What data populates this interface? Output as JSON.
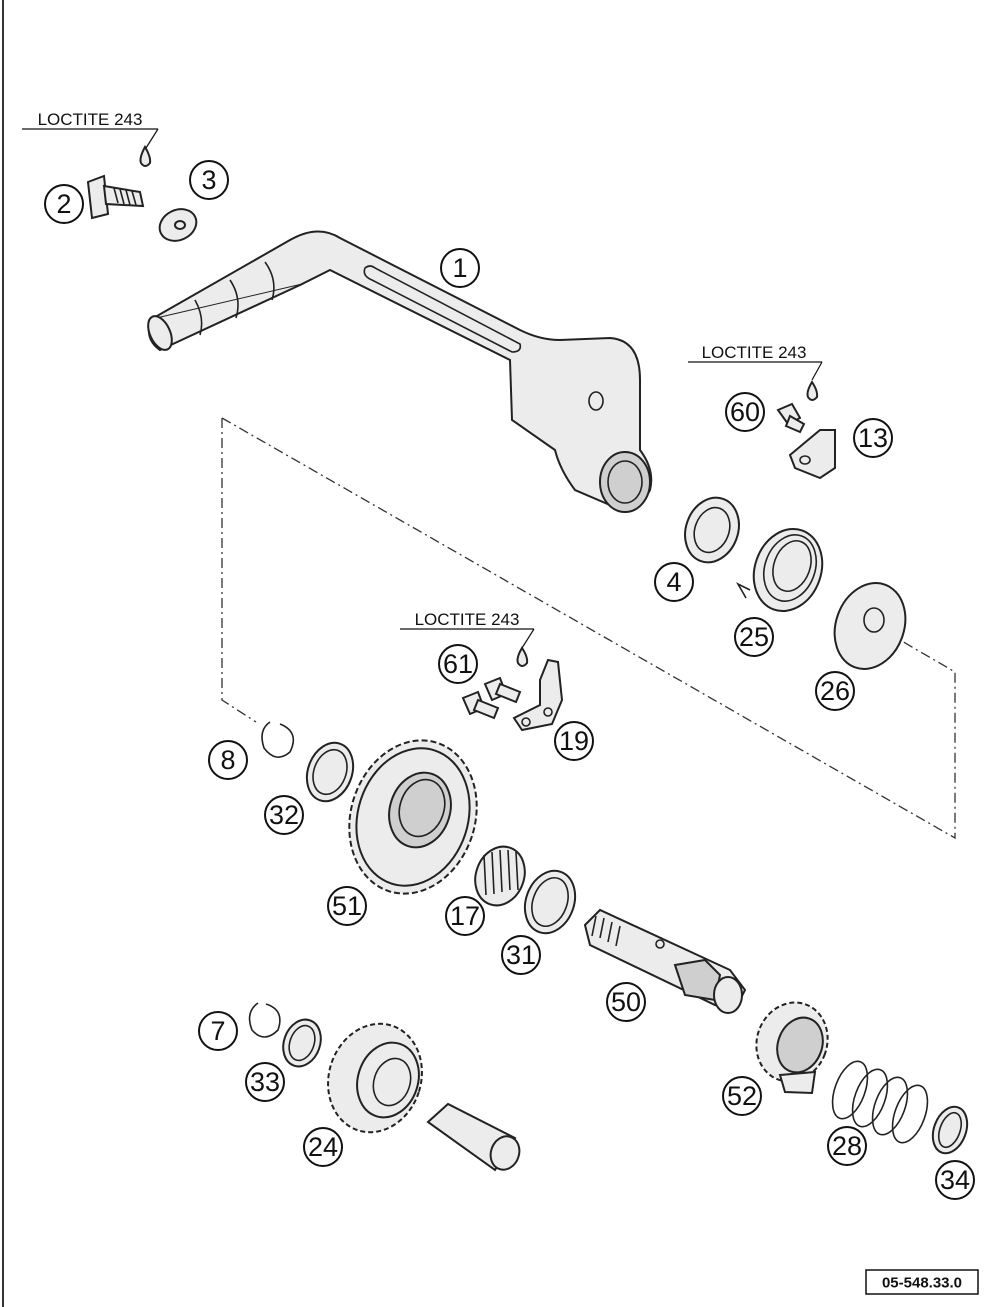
{
  "loctite_labels": [
    "LOCTITE 243",
    "LOCTITE 243",
    "LOCTITE 243"
  ],
  "callouts": [
    "1",
    "2",
    "3",
    "4",
    "7",
    "8",
    "13",
    "17",
    "19",
    "24",
    "25",
    "26",
    "28",
    "31",
    "32",
    "33",
    "34",
    "50",
    "51",
    "52",
    "60",
    "61"
  ],
  "reference_code": "05-548.33.0"
}
